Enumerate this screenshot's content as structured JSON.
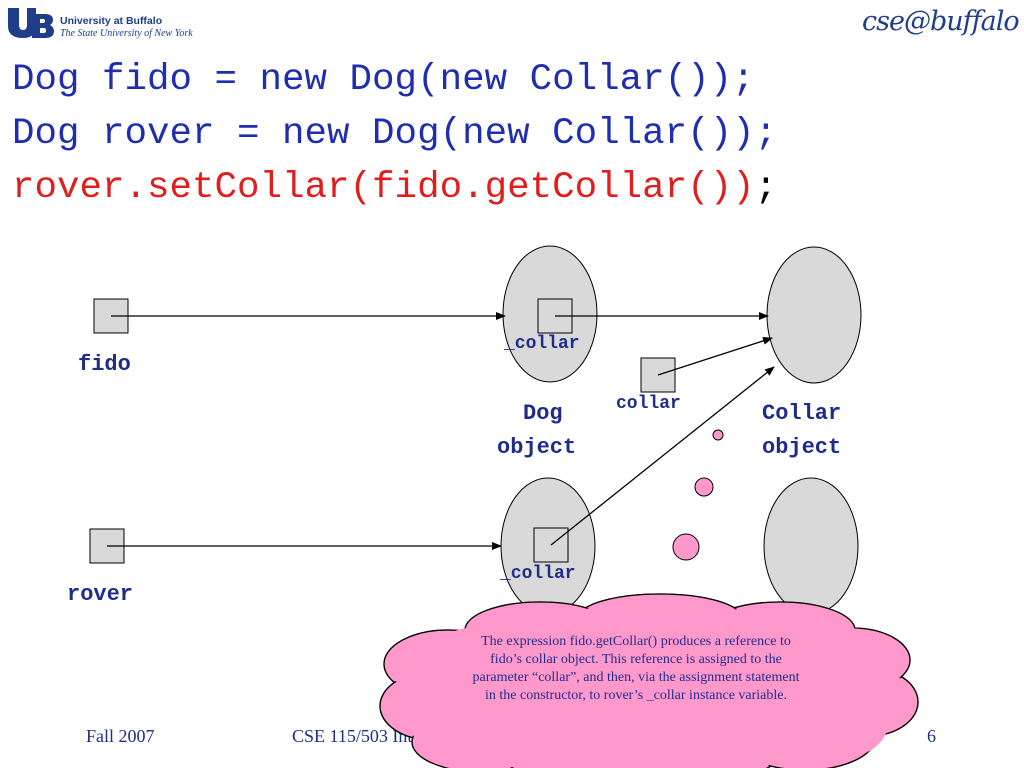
{
  "header": {
    "university_name": "University at Buffalo",
    "university_tagline": "The State University of New York",
    "department_logo": "cse@buffalo"
  },
  "code": {
    "line1": "Dog fido = new Dog(new Collar());",
    "line2": "Dog rover = new Dog(new Collar());",
    "line3_call": "rover.setCollar(fido.getCollar())",
    "line3_semicolon": ";"
  },
  "diagram": {
    "var_fido": "fido",
    "var_rover": "rover",
    "field_collar_top": "_collar",
    "field_collar_bottom": "_collar",
    "param_collar": "collar",
    "dog_object_line1": "Dog",
    "dog_object_line2": "object",
    "collar_object_line1": "Collar",
    "collar_object_line2": "object"
  },
  "callout": {
    "text": "The expression fido.getCollar() produces a reference to fido’s collar object.  This reference is assigned to the parameter “collar”, and then, via the assignment statement in the constructor, to rover’s _collar instance variable."
  },
  "footer": {
    "term": "Fall 2007",
    "course": "CSE 115/503 Introduction to Computer Science for Majors I",
    "page_number": "6"
  },
  "colors": {
    "code_blue": "#1f2db0",
    "code_red": "#e01e1e",
    "label_navy": "#1f2d8a",
    "object_fill": "#d9d9d9",
    "callout_fill": "#ff99cc"
  }
}
